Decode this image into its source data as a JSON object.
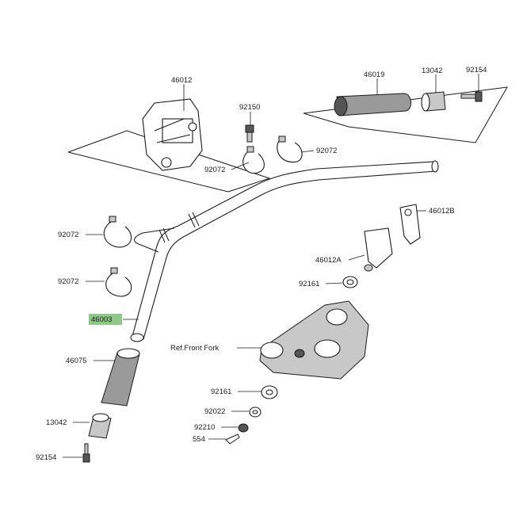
{
  "labels": {
    "p46012": "46012",
    "p92150": "92150",
    "p92072_top_right": "92072",
    "p92072_top_left": "92072",
    "p46019": "46019",
    "p13042_top": "13042",
    "p92154_top": "92154",
    "p46012B": "46012B",
    "p46012A": "46012A",
    "p92072_left_upper": "92072",
    "p92072_left_lower": "92072",
    "p46003": "46003",
    "p92161_upper": "92161",
    "ref_front_fork": "Ref.Front Fork",
    "p46075": "46075",
    "p92161_lower": "92161",
    "p92022": "92022",
    "p13042_bottom": "13042",
    "p92210": "92210",
    "p554": "554",
    "p92154_bottom": "92154"
  },
  "highlight_color": "#8fc98a"
}
